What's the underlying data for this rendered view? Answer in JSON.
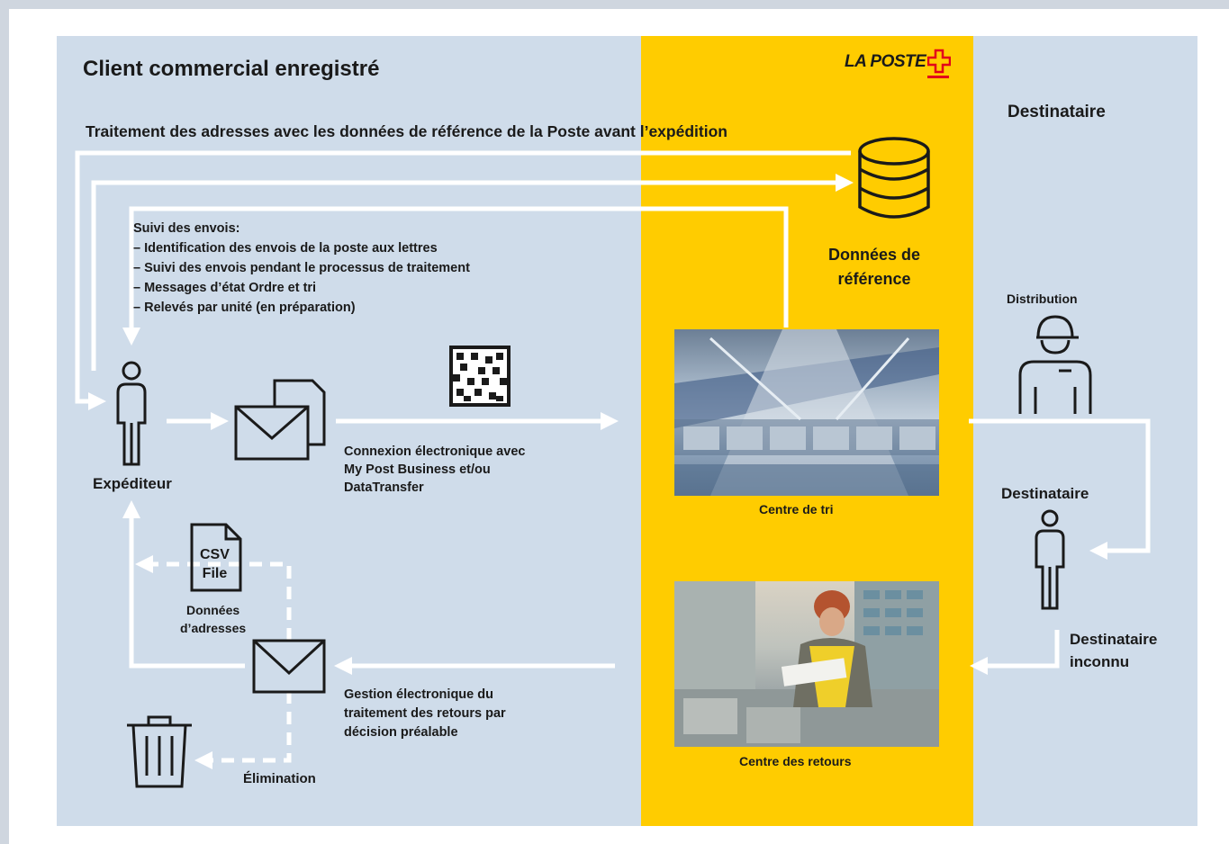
{
  "header": {
    "title": "Client commercial enregistré",
    "logo_text": "LA POSTE",
    "recipient_column_title": "Destinataire"
  },
  "reference_flow": {
    "label": "Traitement des adresses avec les données de référence de la Poste avant l’expédition",
    "database_label": "Données de\nréférence"
  },
  "tracking": {
    "text": "Suivi des envois:\n– Identification des envois de la poste aux lettres\n– Suivi des envois pendant le processus de traitement\n– Messages d’état Ordre et tri\n– Relevés par unité (en préparation)"
  },
  "sender": {
    "label": "Expéditeur"
  },
  "connection": {
    "label": "Connexion électronique avec\nMy Post Business et/ou\nDataTransfer"
  },
  "sorting_center": {
    "label": "Centre de tri"
  },
  "returns_center": {
    "label": "Centre des retours"
  },
  "recipient_side": {
    "distribution_label": "Distribution",
    "recipient_label": "Destinataire",
    "unknown_label": "Destinataire\ninconnu"
  },
  "returns": {
    "csv_label": "CSV\nFile",
    "address_data_label": "Données\nd’adresses",
    "management_label": "Gestion électronique du\ntraitement des retours par\ndécision préalable",
    "disposal_label": "Élimination"
  },
  "colors": {
    "light_blue": "#cfdcea",
    "post_yellow": "#ffcc00",
    "swiss_red": "#e2001a",
    "text": "#1a1a1a"
  },
  "icons": [
    "person-icon",
    "envelope-icon",
    "document-icon",
    "database-icon",
    "datamatrix-icon",
    "mail-carrier-icon",
    "trash-icon",
    "csv-file-icon",
    "swiss-cross-icon"
  ]
}
